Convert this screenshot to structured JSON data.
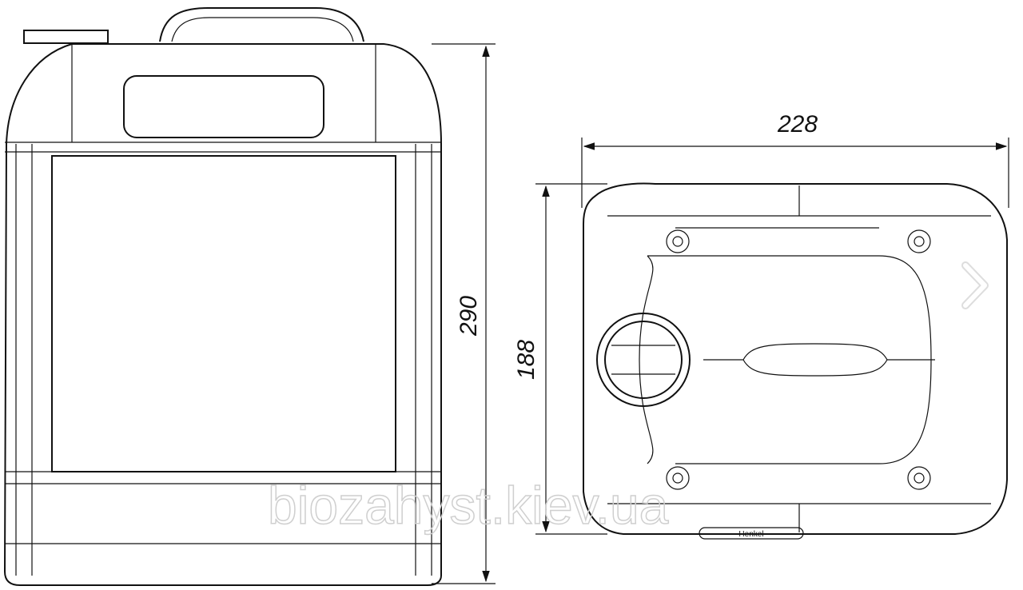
{
  "dimensions": {
    "height": "290",
    "width": "228",
    "depth": "188"
  },
  "watermark": "biozahyst.kiev.ua",
  "bottom_label": "Henkel",
  "navigation": {
    "next_icon": "chevron-right-icon"
  }
}
